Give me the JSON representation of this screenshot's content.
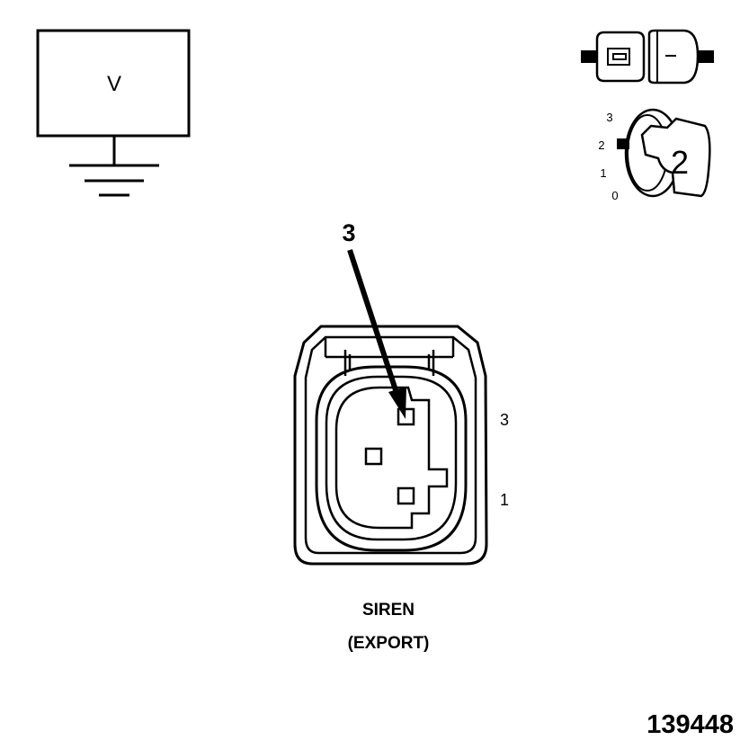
{
  "meter": {
    "symbol": "V"
  },
  "ignition": {
    "positions": [
      "3",
      "2",
      "1",
      "0"
    ],
    "selected": "2"
  },
  "connector": {
    "callout_pin": "3",
    "side_labels": [
      "3",
      "1"
    ],
    "name": "SIREN",
    "variant": "(EXPORT)"
  },
  "figure_number": "139448",
  "colors": {
    "ink": "#000000",
    "background": "#ffffff"
  }
}
